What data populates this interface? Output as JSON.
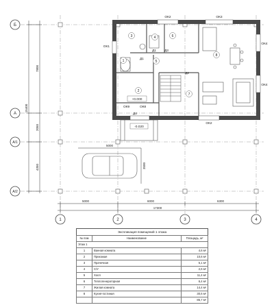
{
  "axes": {
    "rows": [
      "Б",
      "А",
      "А/1",
      "А/2"
    ],
    "cols": [
      "1",
      "2",
      "3",
      "4"
    ]
  },
  "dimensions": {
    "left": [
      "7800",
      "15400",
      "2050",
      "4350"
    ],
    "bottom": [
      "5000",
      "6000",
      "6300"
    ],
    "bottom_total": "17300",
    "parking_width": "5000",
    "parking_depth": "3500"
  },
  "windows": [
    "ОК2",
    "ОК3",
    "ОК1",
    "ОК4",
    "ОК4",
    "ОК2",
    "ОК9",
    "ОК8"
  ],
  "doors": [
    "Д1",
    "Д1",
    "Д3",
    "Д2",
    "Д4"
  ],
  "levels": [
    "+0.000",
    "-0.020"
  ],
  "rooms": [
    "1",
    "2",
    "3",
    "4",
    "5",
    "6",
    "7",
    "8"
  ],
  "table": {
    "caption": "Экспликация помещений 1 этажа",
    "headers": [
      "№ пом",
      "Наименование",
      "Площадь, м²"
    ],
    "floor": "Этаж 1",
    "rows": [
      {
        "num": "1",
        "name": "Ванная комната",
        "area": "4,6 м²"
      },
      {
        "num": "2",
        "name": "Прихожая",
        "area": "10,6 м²"
      },
      {
        "num": "3",
        "name": "Прачечная",
        "area": "5,1 м²"
      },
      {
        "num": "4",
        "name": "С/У",
        "area": "2,6 м²"
      },
      {
        "num": "5",
        "name": "Холл",
        "area": "11,4 м²"
      },
      {
        "num": "6",
        "name": "Теплогенераторная",
        "area": "6,4 м²"
      },
      {
        "num": "7",
        "name": "Жилая комната",
        "area": "14,4 м²"
      },
      {
        "num": "8",
        "name": "Кухня-гостиная",
        "area": "30,6 м²"
      }
    ],
    "total": "85,7 м²"
  }
}
